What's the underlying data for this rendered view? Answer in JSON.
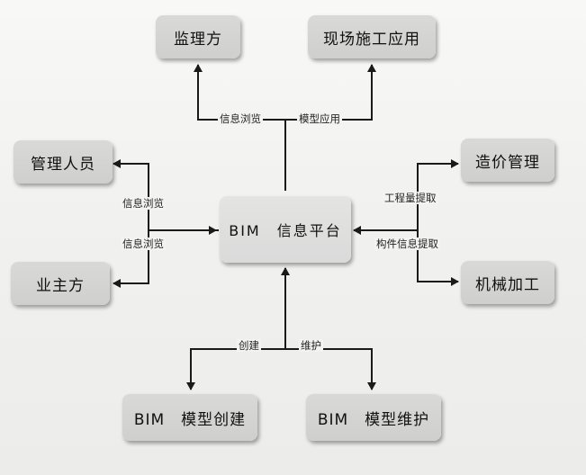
{
  "nodes": {
    "platform": "BIM　信息平台",
    "supervisor": "监理方",
    "site_app": "现场施工应用",
    "managers": "管理人员",
    "owner": "业主方",
    "cost_mgmt": "造价管理",
    "machining": "机械加工",
    "model_create": "BIM　模型创建",
    "model_maint": "BIM　模型维护"
  },
  "edges": {
    "browse_top": "信息浏览",
    "model_app": "模型应用",
    "browse_managers": "信息浏览",
    "browse_owner": "信息浏览",
    "quantity_extract": "工程量提取",
    "component_extract": "构件信息提取",
    "create": "创建",
    "maintain": "维护"
  },
  "colors": {
    "box_fill": "#d4d4d3",
    "line": "#1a1a1a"
  }
}
